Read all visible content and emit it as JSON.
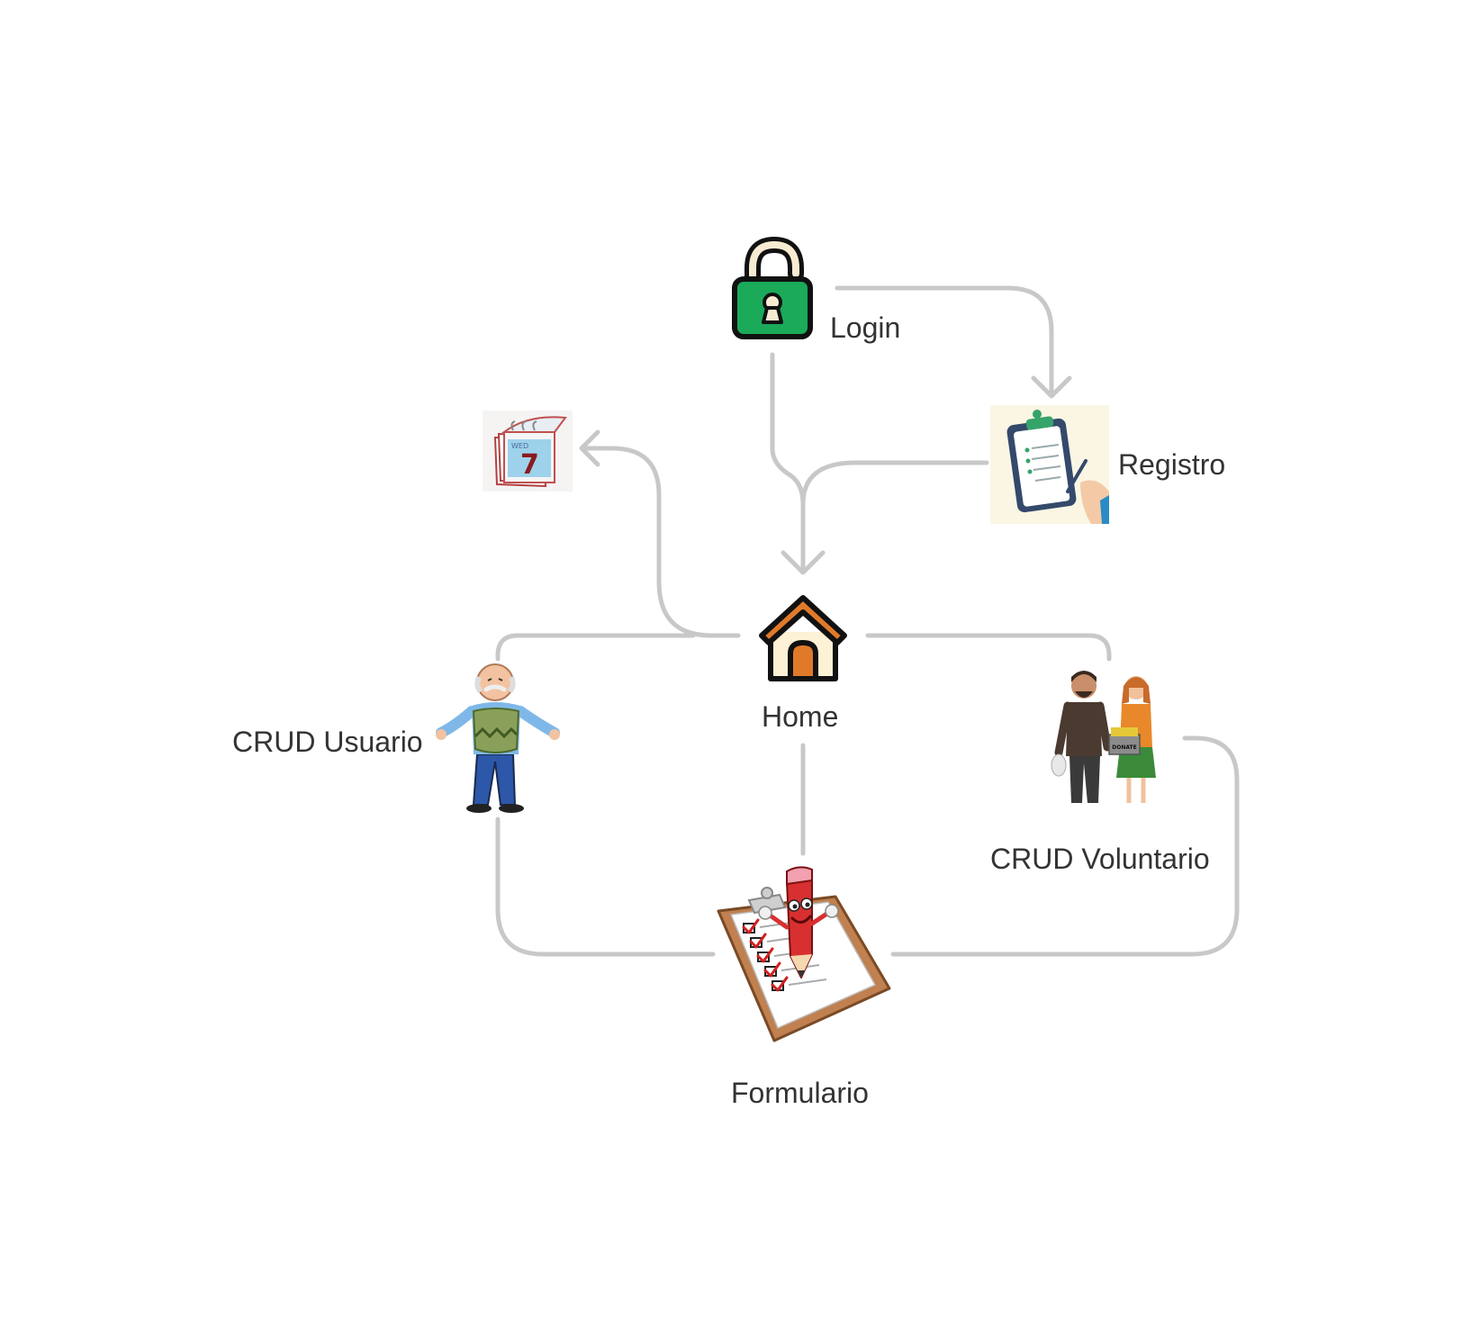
{
  "diagram": {
    "nodes": {
      "login": {
        "label": "Login",
        "icon": "unlocked-padlock-icon"
      },
      "registro": {
        "label": "Registro",
        "icon": "registration-clipboard-icon"
      },
      "calendar": {
        "label": "",
        "icon": "calendar-icon",
        "calendar_day": "7",
        "calendar_month": "WED"
      },
      "home": {
        "label": "Home",
        "icon": "house-icon"
      },
      "crud_usuario": {
        "label": "CRUD Usuario",
        "icon": "elderly-man-icon"
      },
      "crud_voluntario": {
        "label": "CRUD Voluntario",
        "icon": "volunteers-icon",
        "sign_text": "DONATE"
      },
      "formulario": {
        "label": "Formulario",
        "icon": "checklist-pencil-icon"
      }
    },
    "edges": [
      {
        "from": "login",
        "to": "registro",
        "arrow": true
      },
      {
        "from": "login",
        "to": "home",
        "arrow": true
      },
      {
        "from": "registro",
        "to": "home",
        "arrow": true
      },
      {
        "from": "home",
        "to": "calendar",
        "arrow": true
      },
      {
        "from": "home",
        "to": "crud_usuario",
        "arrow": false
      },
      {
        "from": "home",
        "to": "crud_voluntario",
        "arrow": false
      },
      {
        "from": "home",
        "to": "formulario",
        "arrow": false
      },
      {
        "from": "crud_usuario",
        "to": "formulario",
        "arrow": false
      },
      {
        "from": "crud_voluntario",
        "to": "formulario",
        "arrow": false
      }
    ],
    "colors": {
      "connector": "#c8c8c8",
      "text": "#333333",
      "lock_green": "#1aaa5a",
      "house_orange": "#e07a2a",
      "house_cream": "#fdf1d6"
    }
  }
}
